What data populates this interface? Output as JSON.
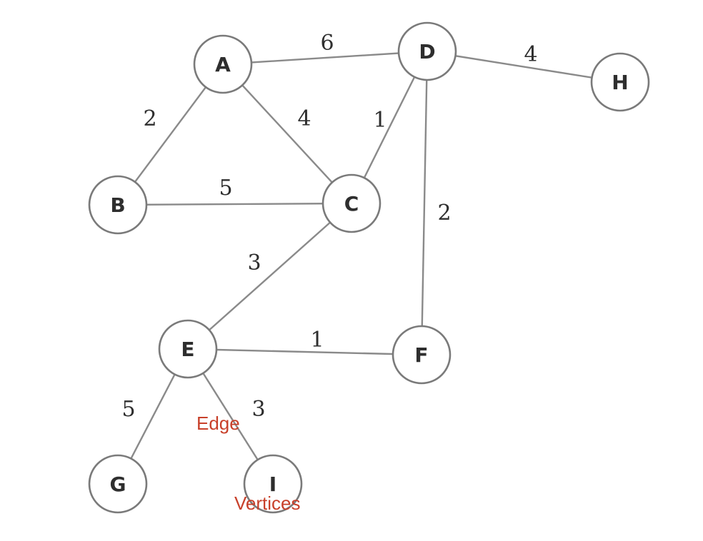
{
  "colors": {
    "background": "#ffffff",
    "edge": "#8a8a8a",
    "node_stroke": "#7a7a7a",
    "text": "#2e2e2e",
    "annotation": "#c8402a"
  },
  "nodes": [
    {
      "id": "A",
      "label": "A"
    },
    {
      "id": "B",
      "label": "B"
    },
    {
      "id": "C",
      "label": "C"
    },
    {
      "id": "D",
      "label": "D"
    },
    {
      "id": "E",
      "label": "E"
    },
    {
      "id": "F",
      "label": "F"
    },
    {
      "id": "G",
      "label": "G"
    },
    {
      "id": "H",
      "label": "H"
    },
    {
      "id": "I",
      "label": "I"
    }
  ],
  "edges": [
    {
      "from": "A",
      "to": "D",
      "weight": "6"
    },
    {
      "from": "A",
      "to": "B",
      "weight": "2"
    },
    {
      "from": "A",
      "to": "C",
      "weight": "4"
    },
    {
      "from": "D",
      "to": "C",
      "weight": "1"
    },
    {
      "from": "D",
      "to": "H",
      "weight": "4"
    },
    {
      "from": "D",
      "to": "F",
      "weight": "2"
    },
    {
      "from": "B",
      "to": "C",
      "weight": "5"
    },
    {
      "from": "C",
      "to": "E",
      "weight": "3"
    },
    {
      "from": "E",
      "to": "F",
      "weight": "1"
    },
    {
      "from": "E",
      "to": "G",
      "weight": "5"
    },
    {
      "from": "E",
      "to": "I",
      "weight": "3"
    }
  ],
  "annotations": {
    "edge_label": "Edge",
    "vertices_label": "Vertices"
  }
}
